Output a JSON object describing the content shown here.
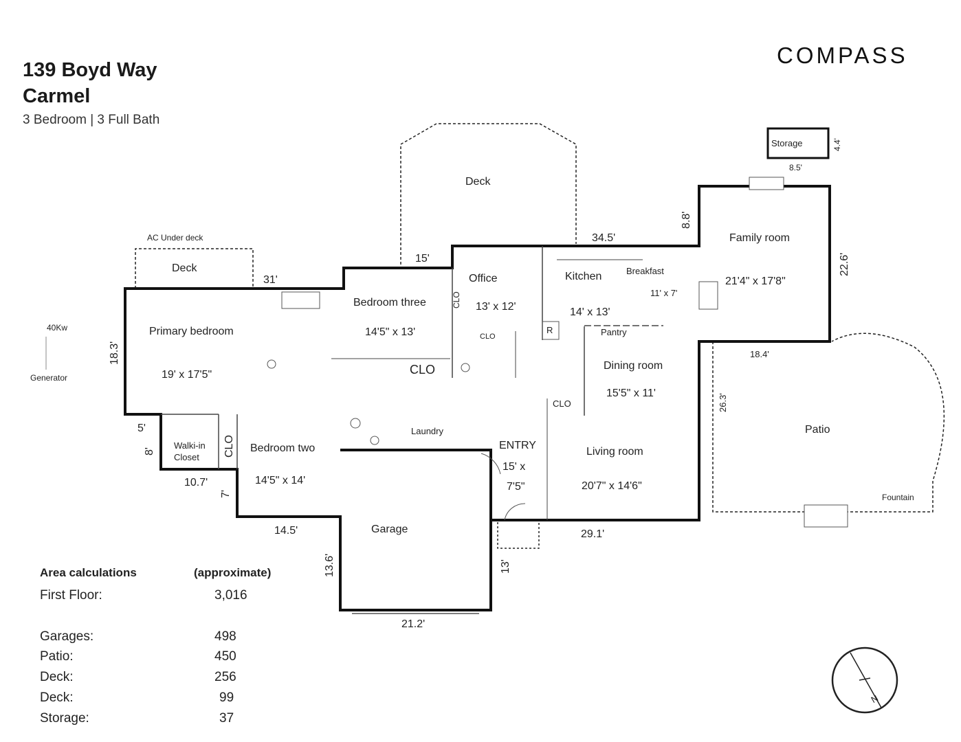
{
  "header": {
    "address": "139 Boyd Way",
    "city": "Carmel",
    "summary": "3 Bedroom  | 3 Full Bath",
    "logo": "COMPASS"
  },
  "rooms": {
    "deck_top": "Deck",
    "deck_left": "Deck",
    "ac_under_deck": "AC Under deck",
    "primary_bedroom": "Primary bedroom",
    "primary_bedroom_dims": "19' x 17'5\"",
    "bedroom_three": "Bedroom three",
    "bedroom_three_dims": "14'5\" x 13'",
    "office": "Office",
    "office_dims": "13' x 12'",
    "kitchen": "Kitchen",
    "kitchen_dims": "14' x 13'",
    "breakfast": "Breakfast",
    "breakfast_dims": "11' x 7'",
    "family_room": "Family room",
    "family_room_dims": "21'4\" x 17'8\"",
    "pantry": "Pantry",
    "dining_room": "Dining room",
    "dining_room_dims": "15'5\" x 11'",
    "living_room": "Living room",
    "living_room_dims": "20'7\" x 14'6\"",
    "entry": "ENTRY",
    "entry_dims_1": "15' x",
    "entry_dims_2": "7'5\"",
    "bedroom_two": "Bedroom two",
    "bedroom_two_dims": "14'5\" x 14'",
    "walkin_1": "Walki-in",
    "walkin_2": "Closet",
    "laundry": "Laundry",
    "garage": "Garage",
    "patio": "Patio",
    "fountain": "Fountain",
    "storage": "Storage",
    "generator_kw": "40Kw",
    "generator": "Generator",
    "clo_large": "CLO",
    "clo_small": "CLO",
    "clo_vertical_1": "CLO",
    "clo_vertical_2": "CLO",
    "clo_dining": "CLO",
    "fridge": "R"
  },
  "dimensions": {
    "d_31": "31'",
    "d_15": "15'",
    "d_34_5": "34.5'",
    "d_8_8": "8.8'",
    "d_22_6": "22.6'",
    "d_18_4": "18.4'",
    "d_26_3": "26.3'",
    "d_18_3": "18.3'",
    "d_5": "5'",
    "d_8": "8'",
    "d_10_7": "10.7'",
    "d_7": "7'",
    "d_14_5": "14.5'",
    "d_13_6": "13.6'",
    "d_13": "13'",
    "d_21_2": "21.2'",
    "d_29_1": "29.1'",
    "d_8_5": "8.5'",
    "d_4_4": "4.4'"
  },
  "areas": {
    "heading": "Area calculations",
    "approx": "(approximate)",
    "rows": [
      {
        "label": "First Floor:",
        "value": "3,016"
      },
      {
        "label": "Garages:",
        "value": "498"
      },
      {
        "label": "Patio:",
        "value": "450"
      },
      {
        "label": "Deck:",
        "value": "256"
      },
      {
        "label": "Deck:",
        "value": "99"
      },
      {
        "label": "Storage:",
        "value": "37"
      }
    ]
  },
  "compass": {
    "north": "N"
  }
}
